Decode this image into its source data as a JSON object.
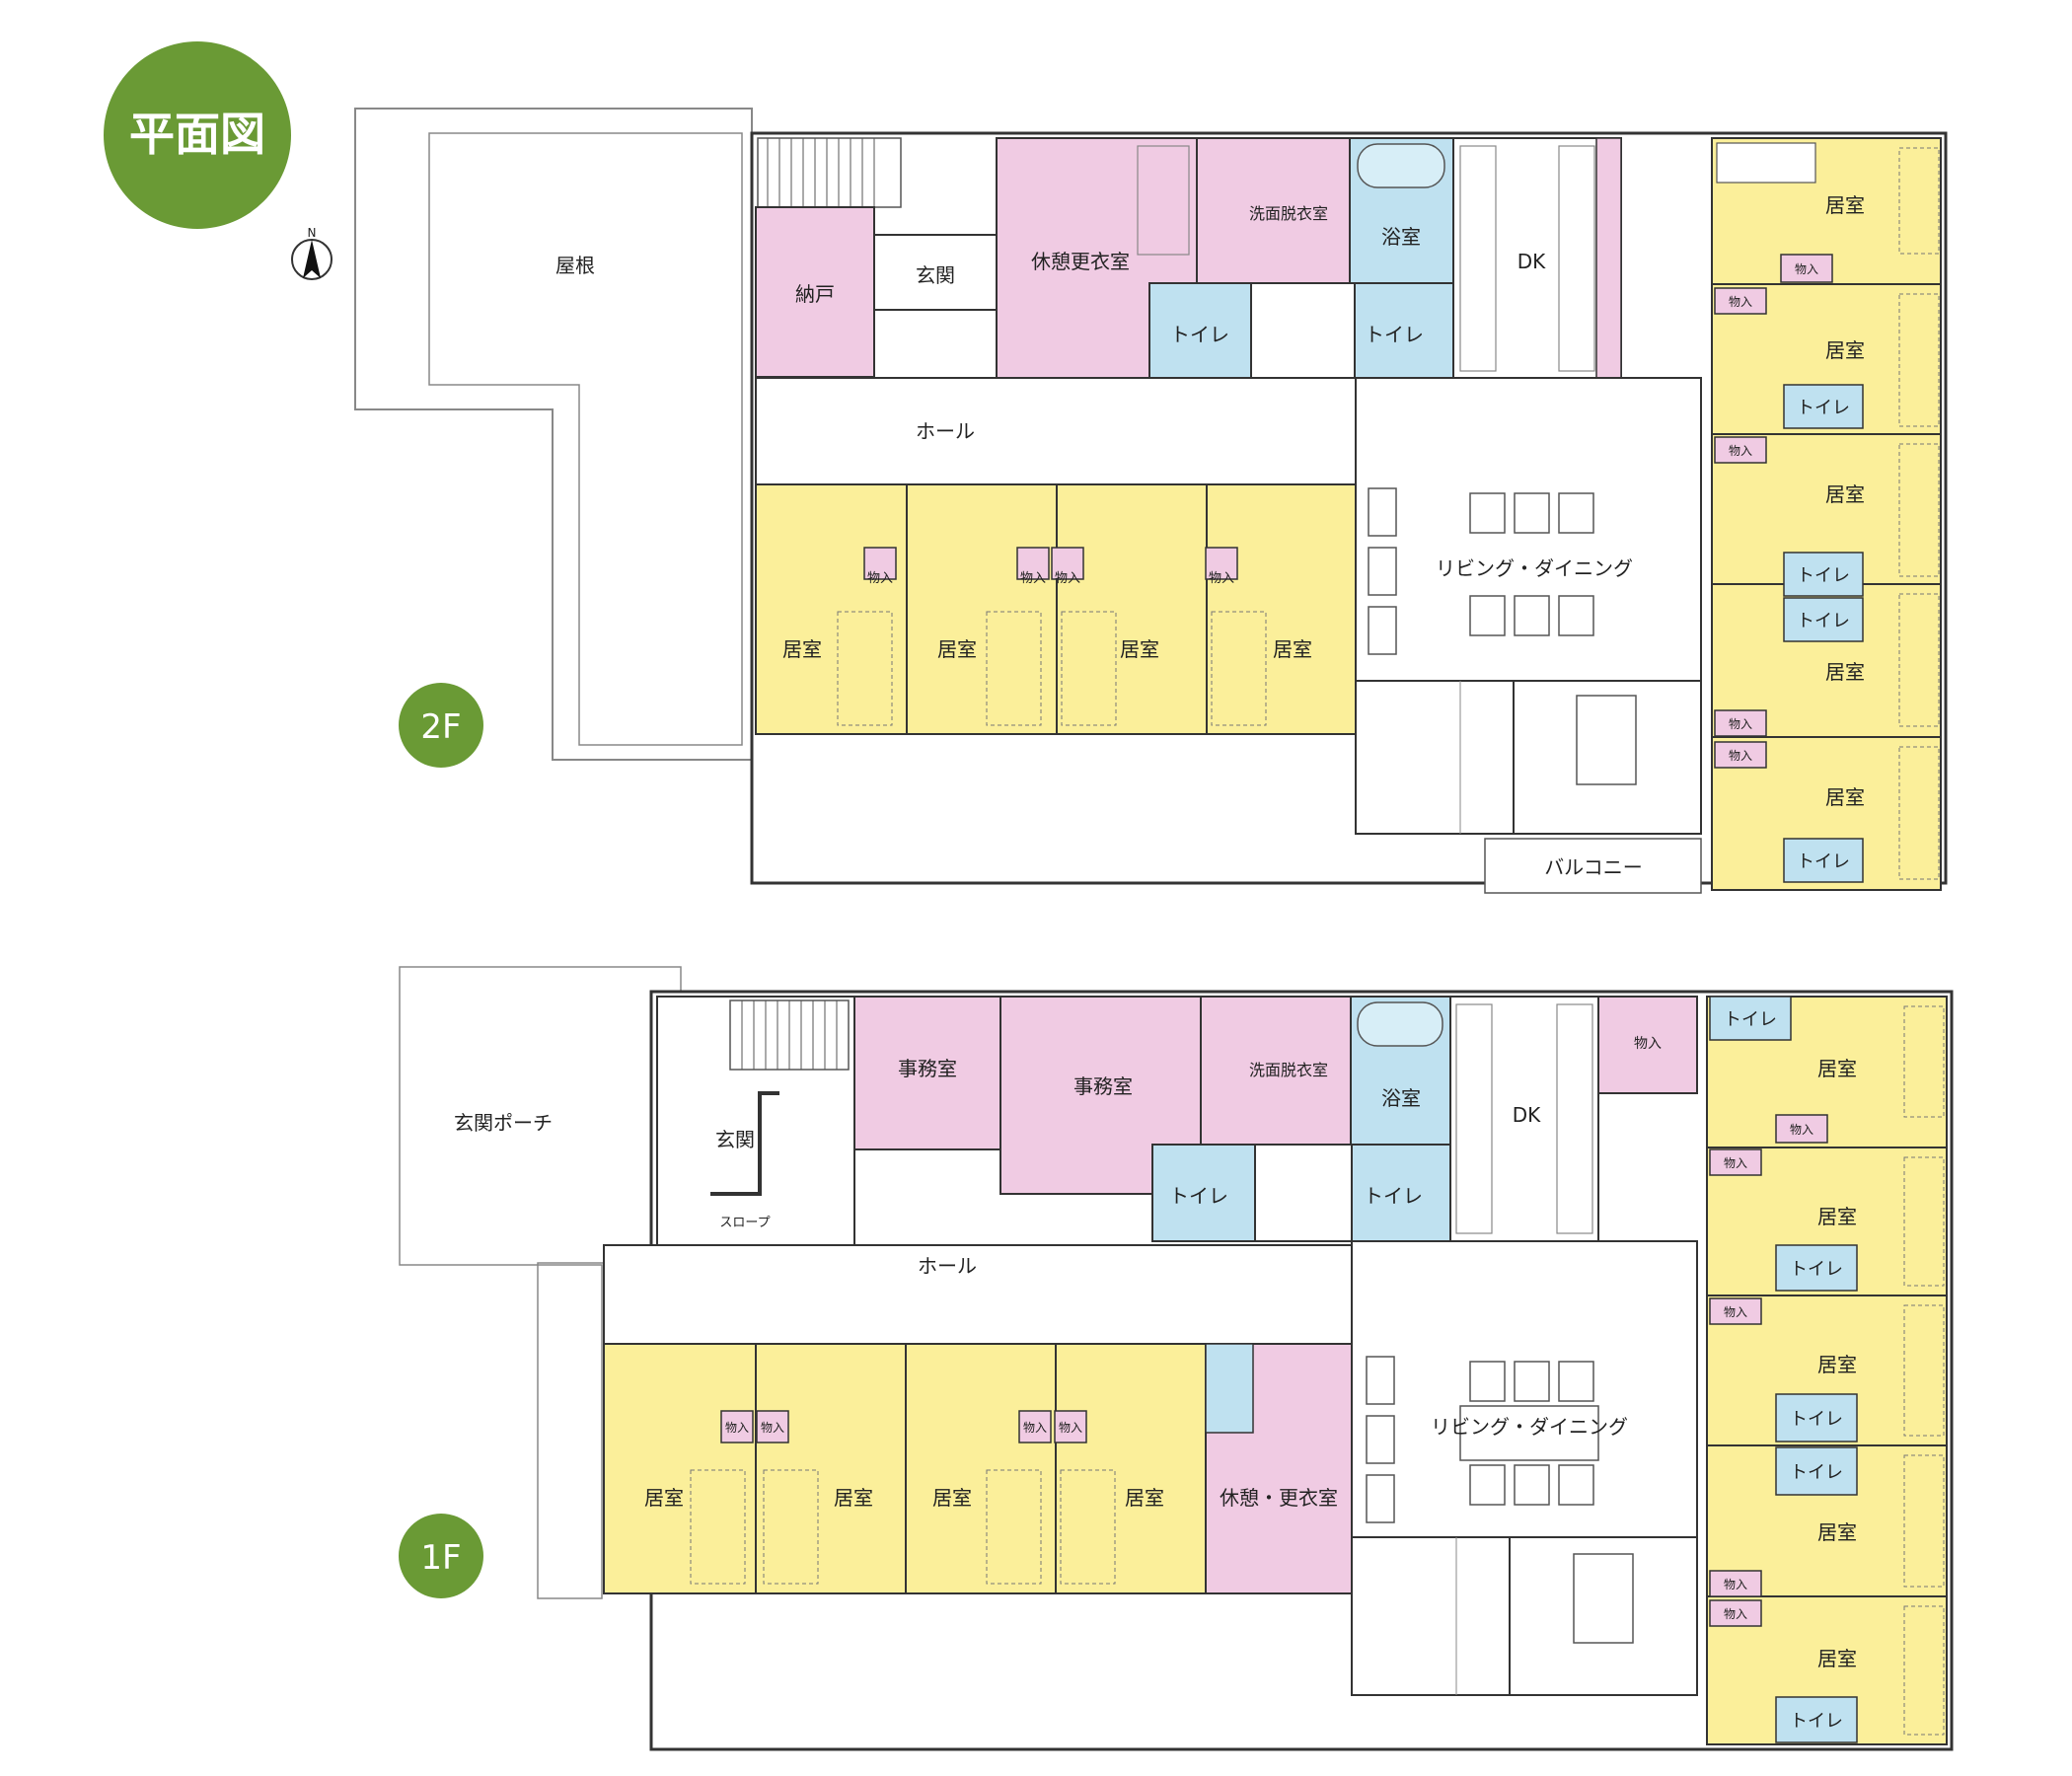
{
  "title": "平面図",
  "north_label": "N",
  "colors": {
    "title_badge": "#6a9a35",
    "room_living": "#fbef9a",
    "room_staff": "#f0cbe3",
    "room_water": "#bfe1f0",
    "wall": "#333333",
    "line": "#777777"
  },
  "floor2": {
    "label": "2F",
    "roof": "屋根",
    "storage": "納戸",
    "entrance": "玄関",
    "rest_room": "休憩更衣室",
    "washroom": "洗面脱衣室",
    "bath": "浴室",
    "dk": "DK",
    "toilet_a": "トイレ",
    "toilet_b": "トイレ",
    "hall": "ホール",
    "living_dining": "リビング・ダイニング",
    "balcony": "バルコニー",
    "south_rooms": [
      "居室",
      "居室",
      "居室",
      "居室"
    ],
    "east_rooms": [
      "居室",
      "居室",
      "居室",
      "居室",
      "居室"
    ],
    "closet": "物入",
    "room_toilet": "トイレ"
  },
  "floor1": {
    "label": "1F",
    "porch": "玄関ポーチ",
    "entrance": "玄関",
    "slope": "スロープ",
    "office_a": "事務室",
    "office_b": "事務室",
    "washroom": "洗面脱衣室",
    "bath": "浴室",
    "dk": "DK",
    "closet_top": "物入",
    "toilet_a": "トイレ",
    "toilet_b": "トイレ",
    "hall": "ホール",
    "living_dining": "リビング・ダイニング",
    "rest_room": "休憩・更衣室",
    "south_rooms": [
      "居室",
      "居室",
      "居室",
      "居室"
    ],
    "east_rooms": [
      "居室",
      "居室",
      "居室",
      "居室",
      "居室"
    ],
    "closet": "物入",
    "room_toilet": "トイレ"
  }
}
